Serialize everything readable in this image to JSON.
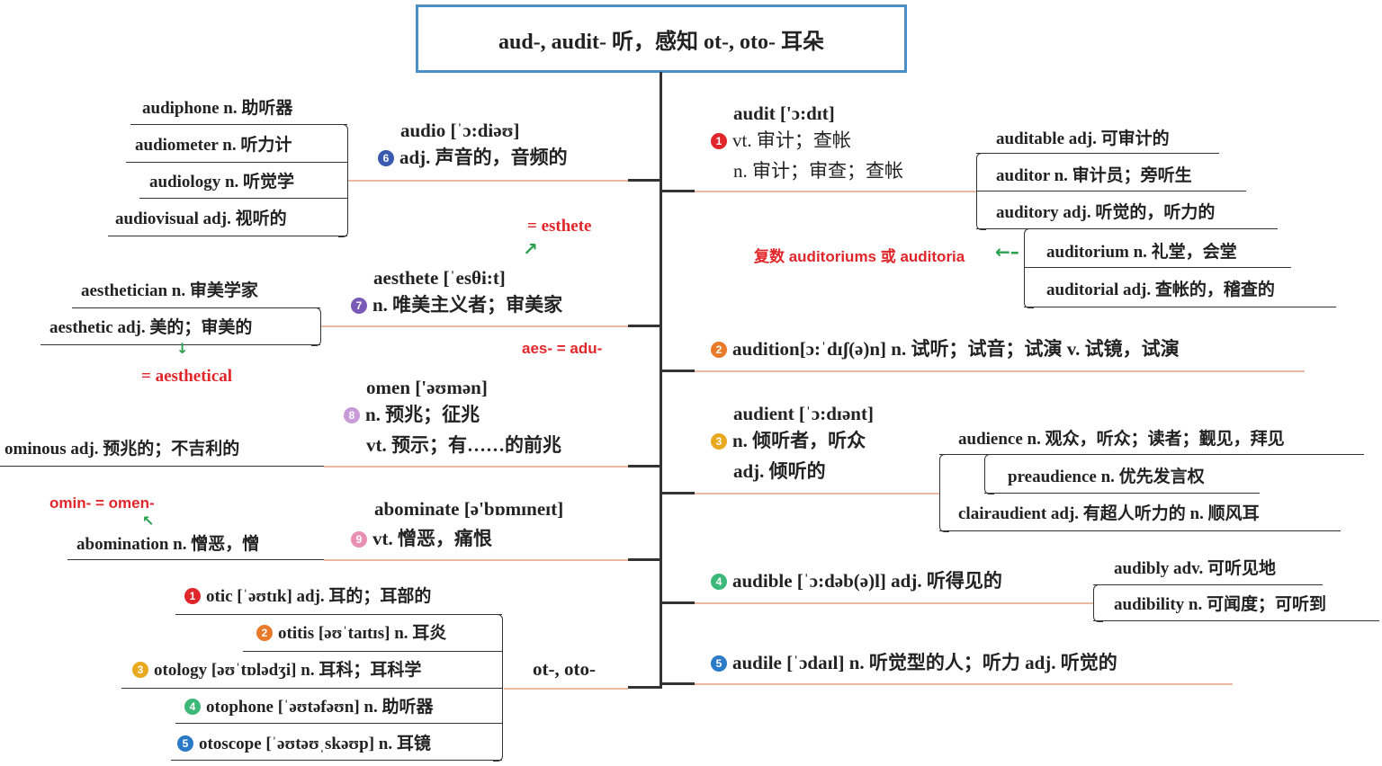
{
  "title": "aud-, audit- 听，感知 ot-, oto- 耳朵",
  "badges": {
    "1": "1",
    "2": "2",
    "3": "3",
    "4": "4",
    "5": "5",
    "6": "6",
    "7": "7",
    "8": "8",
    "9": "9"
  },
  "colors": {
    "b1": "#e0262a",
    "b2": "#e87a2a",
    "b3": "#e8a820",
    "b4": "#3cb878",
    "b5": "#2a7ac8",
    "b6": "#3a5ab0",
    "b7": "#7a5ab8",
    "b8": "#c89ad8",
    "b9": "#e890b0",
    "title_border": "#4a90c8"
  },
  "right": {
    "audit": {
      "word": "audit ['ɔ:dɪt]",
      "l2": "vt. 审计；查帐",
      "l3": "n. 审计；审查；查帐",
      "children": [
        "auditable adj. 可审计的",
        "auditor n. 审计员；旁听生",
        "auditory adj. 听觉的，听力的",
        "auditorium n. 礼堂，会堂",
        "auditorial adj. 查帐的，稽查的"
      ],
      "note": "复数 auditoriums 或 auditoria"
    },
    "audition": "audition[ɔ:ˈdɪʃ(ə)n] n. 试听；试音；试演 v. 试镜，试演",
    "audient": {
      "word": "audient [ˈɔ:dɪənt]",
      "l2": "n. 倾听者，听众",
      "l3": "adj. 倾听的",
      "children": [
        "audience n. 观众，听众；读者；觐见，拜见",
        "preaudience n. 优先发言权",
        "clairaudient adj. 有超人听力的 n. 顺风耳"
      ]
    },
    "audible": {
      "word": "audible [ˈɔ:dəb(ə)l] adj. 听得见的",
      "children": [
        "audibly adv. 可听见地",
        "audibility n. 可闻度；可听到"
      ]
    },
    "audile": "audile [ˈɔdaɪl] n. 听觉型的人；听力 adj. 听觉的"
  },
  "left": {
    "audio": {
      "word": "audio [ˈɔ:diəʊ]",
      "l2": "adj. 声音的，音频的",
      "children": [
        "audiphone n. 助听器",
        "audiometer n. 听力计",
        "audiology n. 听觉学",
        "audiovisual adj. 视听的"
      ]
    },
    "aesthete": {
      "word": "aesthete [ˈesθi:t]",
      "l2": "n. 唯美主义者；审美家",
      "syn": "= esthete",
      "children": [
        "aesthetician n. 审美学家",
        "aesthetic adj. 美的；审美的"
      ],
      "syn2": "= aesthetical",
      "note": "aes- = adu-"
    },
    "omen": {
      "word": "omen ['əʊmən]",
      "l2": "n. 预兆；征兆",
      "l3": "vt. 预示；有……的前兆",
      "child": "ominous adj. 预兆的；不吉利的"
    },
    "abominate": {
      "word": "abominate [ə'bɒmɪneɪt]",
      "l2": "vt. 憎恶，痛恨",
      "child": "abomination n. 憎恶，憎",
      "note": "omin- = omen-"
    },
    "oto": {
      "label": "ot-, oto-",
      "children": [
        "otic [ˈəʊtɪk] adj. 耳的；耳部的",
        "otitis [əʊˈtaɪtɪs] n. 耳炎",
        "otology [əʊˈtɒlədʒi] n. 耳科；耳科学",
        "otophone [ˈəʊtəfəʊn] n. 助听器",
        "otoscope [ˈəʊtəʊˌskəʊp] n. 耳镜"
      ]
    }
  }
}
